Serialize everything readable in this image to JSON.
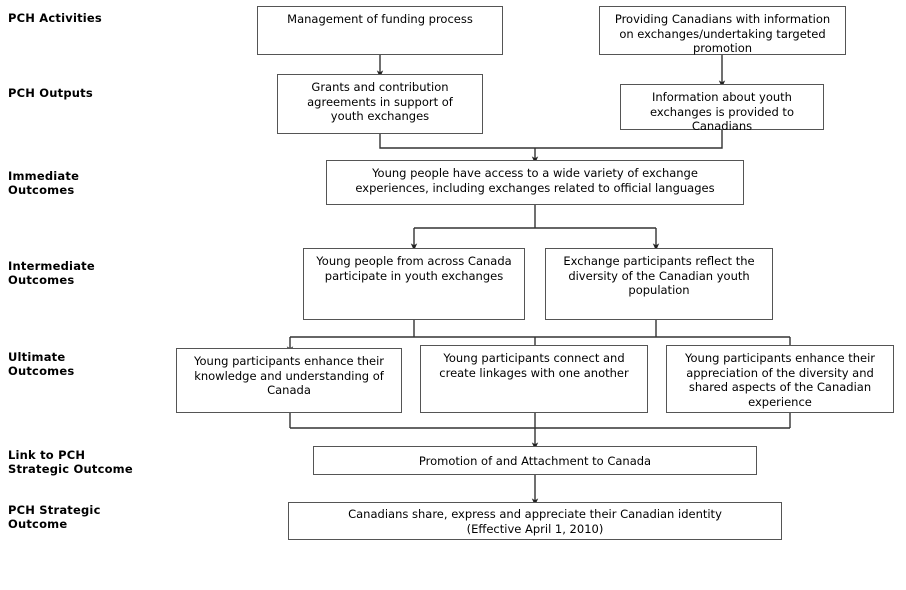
{
  "diagram": {
    "title": "PCH Youth Exchanges Logic Model",
    "line_color": "#333333",
    "box_border_color": "#555555",
    "background": "#ffffff"
  },
  "row_labels": [
    {
      "id": "pch-activities",
      "text": "PCH Activities"
    },
    {
      "id": "pch-outputs",
      "text": "PCH Outputs"
    },
    {
      "id": "immediate-outcomes",
      "text": "Immediate\nOutcomes"
    },
    {
      "id": "intermediate-outcomes",
      "text": "Intermediate\nOutcomes"
    },
    {
      "id": "ultimate-outcomes",
      "text": "Ultimate\nOutcomes"
    },
    {
      "id": "link-to-pch-strategic-outcome",
      "text": "Link to PCH\nStrategic Outcome"
    },
    {
      "id": "pch-strategic-outcome",
      "text": "PCH Strategic\nOutcome"
    }
  ],
  "nodes": {
    "activity_left": "Management of funding process",
    "activity_right": "Providing Canadians with information\non exchanges/undertaking targeted\npromotion",
    "output_left": "Grants and contribution\nagreements in support of\nyouth exchanges",
    "output_right": "Information about youth\nexchanges is provided to\nCanadians",
    "immediate": "Young people have access to a wide variety of exchange\nexperiences, including exchanges related to official languages",
    "intermediate_left": "Young people from across Canada\nparticipate in youth exchanges",
    "intermediate_right": "Exchange participants reflect the\ndiversity of the Canadian youth\npopulation",
    "ultimate_left": "Young participants enhance their\nknowledge and understanding of\nCanada",
    "ultimate_center": "Young participants connect and\ncreate linkages with one another",
    "ultimate_right": "Young participants enhance their\nappreciation of the diversity and\nshared aspects of the Canadian\nexperience",
    "link_strategic": "Promotion of and Attachment to Canada",
    "strategic": "Canadians share, express and appreciate their Canadian identity\n(Effective April 1, 2010)"
  }
}
